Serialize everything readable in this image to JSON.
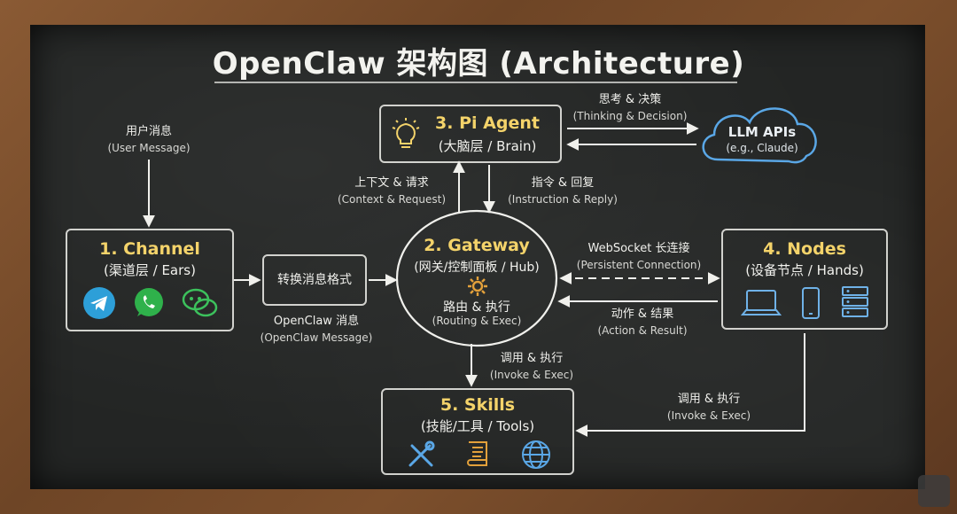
{
  "title": "OpenClaw 架构图 (Architecture)",
  "colors": {
    "accent": "#f4d36a",
    "cloud": "#5aa7e6",
    "chalk": "#f2f2ee"
  },
  "nodes": {
    "channel": {
      "title": "1. Channel",
      "subtitle": "(渠道层 / Ears)",
      "icons": [
        "telegram-icon",
        "whatsapp-icon",
        "wechat-icon"
      ]
    },
    "gateway": {
      "title": "2. Gateway",
      "subtitle": "(网关/控制面板 / Hub)",
      "action_zh": "路由 & 执行",
      "action_en": "(Routing & Exec)",
      "icon": "gear-icon"
    },
    "agent": {
      "title": "3. Pi Agent",
      "subtitle": "(大脑层 / Brain)",
      "icon": "lightbulb-icon"
    },
    "nodes": {
      "title": "4. Nodes",
      "subtitle": "(设备节点 / Hands)",
      "icons": [
        "laptop-icon",
        "phone-icon",
        "server-icon"
      ]
    },
    "skills": {
      "title": "5. Skills",
      "subtitle": "(技能/工具 / Tools)",
      "icons": [
        "tools-icon",
        "scroll-icon",
        "globe-icon"
      ]
    },
    "llm": {
      "title": "LLM APIs",
      "subtitle": "(e.g., Claude)"
    },
    "converter": {
      "label": "转换消息格式"
    }
  },
  "labels": {
    "user_message": {
      "zh": "用户消息",
      "en": "(User Message)"
    },
    "openclaw_message": {
      "zh": "OpenClaw 消息",
      "en": "(OpenClaw Message)"
    },
    "context_request": {
      "zh": "上下文 & 请求",
      "en": "(Context & Request)"
    },
    "instruction_reply": {
      "zh": "指令 & 回复",
      "en": "(Instruction & Reply)"
    },
    "thinking_decision": {
      "zh": "思考 & 决策",
      "en": "(Thinking & Decision)"
    },
    "websocket": {
      "zh": "WebSocket 长连接",
      "en": "(Persistent Connection)"
    },
    "action_result": {
      "zh": "动作 & 结果",
      "en": "(Action & Result)"
    },
    "invoke_exec_left": {
      "zh": "调用 & 执行",
      "en": "(Invoke & Exec)"
    },
    "invoke_exec_right": {
      "zh": "调用 & 执行",
      "en": "(Invoke & Exec)"
    }
  }
}
